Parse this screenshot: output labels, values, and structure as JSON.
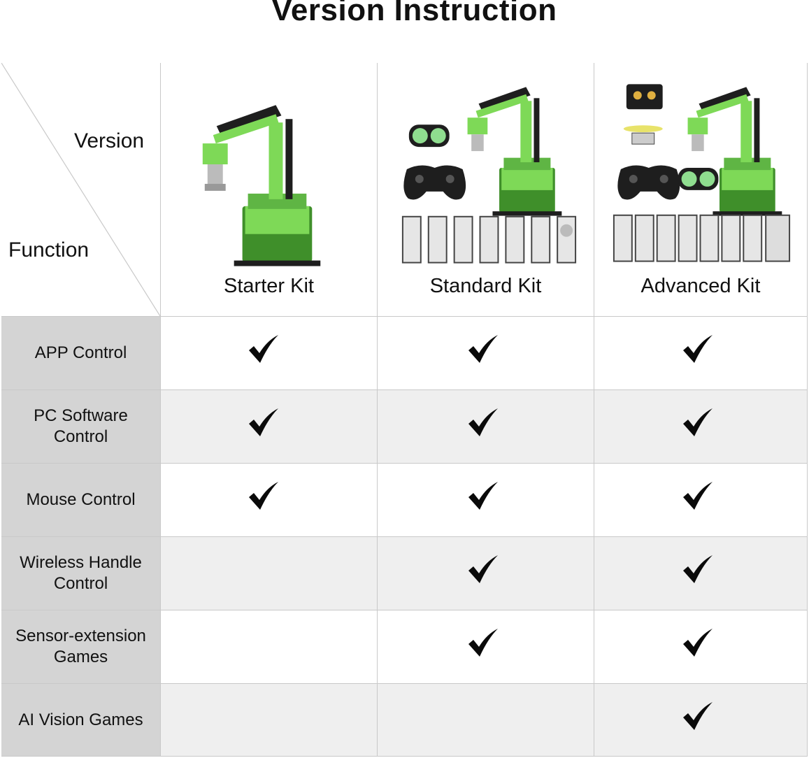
{
  "title": "Version Instruction",
  "corner": {
    "version_label": "Version",
    "function_label": "Function"
  },
  "kits": [
    {
      "name": "Starter Kit"
    },
    {
      "name": "Standard Kit"
    },
    {
      "name": "Advanced Kit"
    }
  ],
  "rows": [
    {
      "function": "APP Control",
      "checks": [
        true,
        true,
        true
      ]
    },
    {
      "function": "PC Software Control",
      "checks": [
        true,
        true,
        true
      ]
    },
    {
      "function": "Mouse Control",
      "checks": [
        true,
        true,
        true
      ]
    },
    {
      "function": "Wireless Handle Control",
      "checks": [
        false,
        true,
        true
      ]
    },
    {
      "function": "Sensor-extension Games",
      "checks": [
        false,
        true,
        true
      ]
    },
    {
      "function": "AI Vision Games",
      "checks": [
        false,
        false,
        true
      ]
    }
  ],
  "colors": {
    "arm_green": "#7ed957",
    "arm_dark_green": "#3f8f2a",
    "arm_black": "#1e1e1e",
    "function_cell": "#d4d4d4",
    "grey_row": "#efefef",
    "grid": "#c9c9c9"
  },
  "icons": {
    "check": "check-icon",
    "robot_arm": "robot-arm-icon",
    "gamepad": "gamepad-icon",
    "ultrasonic_sensor": "ultrasonic-sensor-icon",
    "sensor_module": "sensor-module-icon",
    "camera": "camera-icon",
    "fan": "fan-icon"
  }
}
